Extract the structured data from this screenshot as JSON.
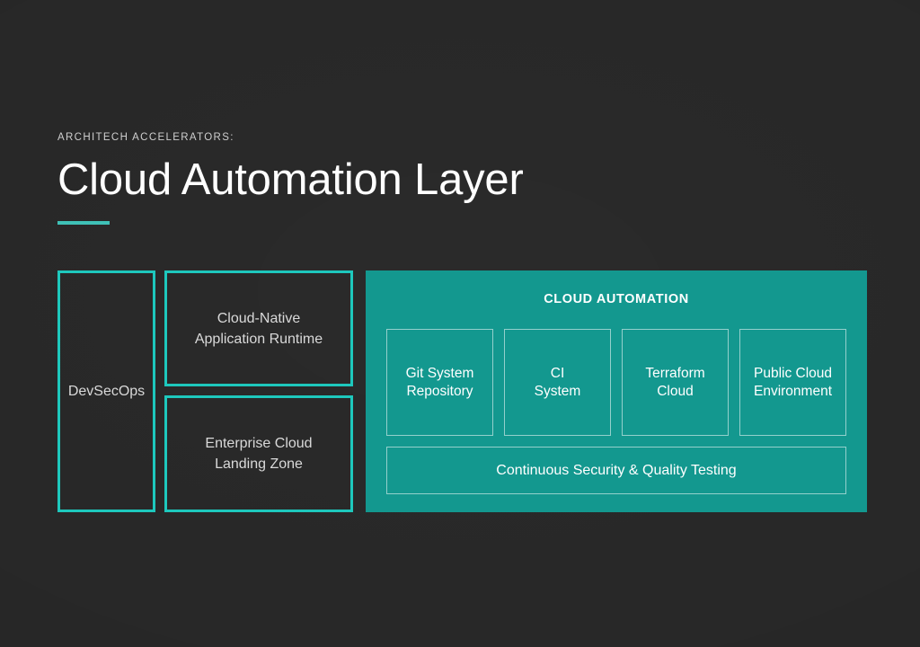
{
  "slide": {
    "background_color": "#272727",
    "accent_color": "#1ec8bd",
    "panel_color": "#13988f",
    "eyebrow": "ARCHITECH ACCELERATORS:",
    "title": "Cloud Automation Layer"
  },
  "diagram": {
    "left_column": [
      {
        "label": "DevSecOps"
      }
    ],
    "middle_column": [
      {
        "label": "Cloud-Native\nApplication Runtime"
      },
      {
        "label": "Enterprise Cloud\nLanding Zone"
      }
    ],
    "panel": {
      "title": "CLOUD AUTOMATION",
      "items": [
        {
          "label": "Git System\nRepository"
        },
        {
          "label": "CI\nSystem"
        },
        {
          "label": "Terraform\nCloud"
        },
        {
          "label": "Public Cloud\nEnvironment"
        }
      ],
      "footer": {
        "label": "Continuous Security & Quality Testing"
      }
    }
  }
}
